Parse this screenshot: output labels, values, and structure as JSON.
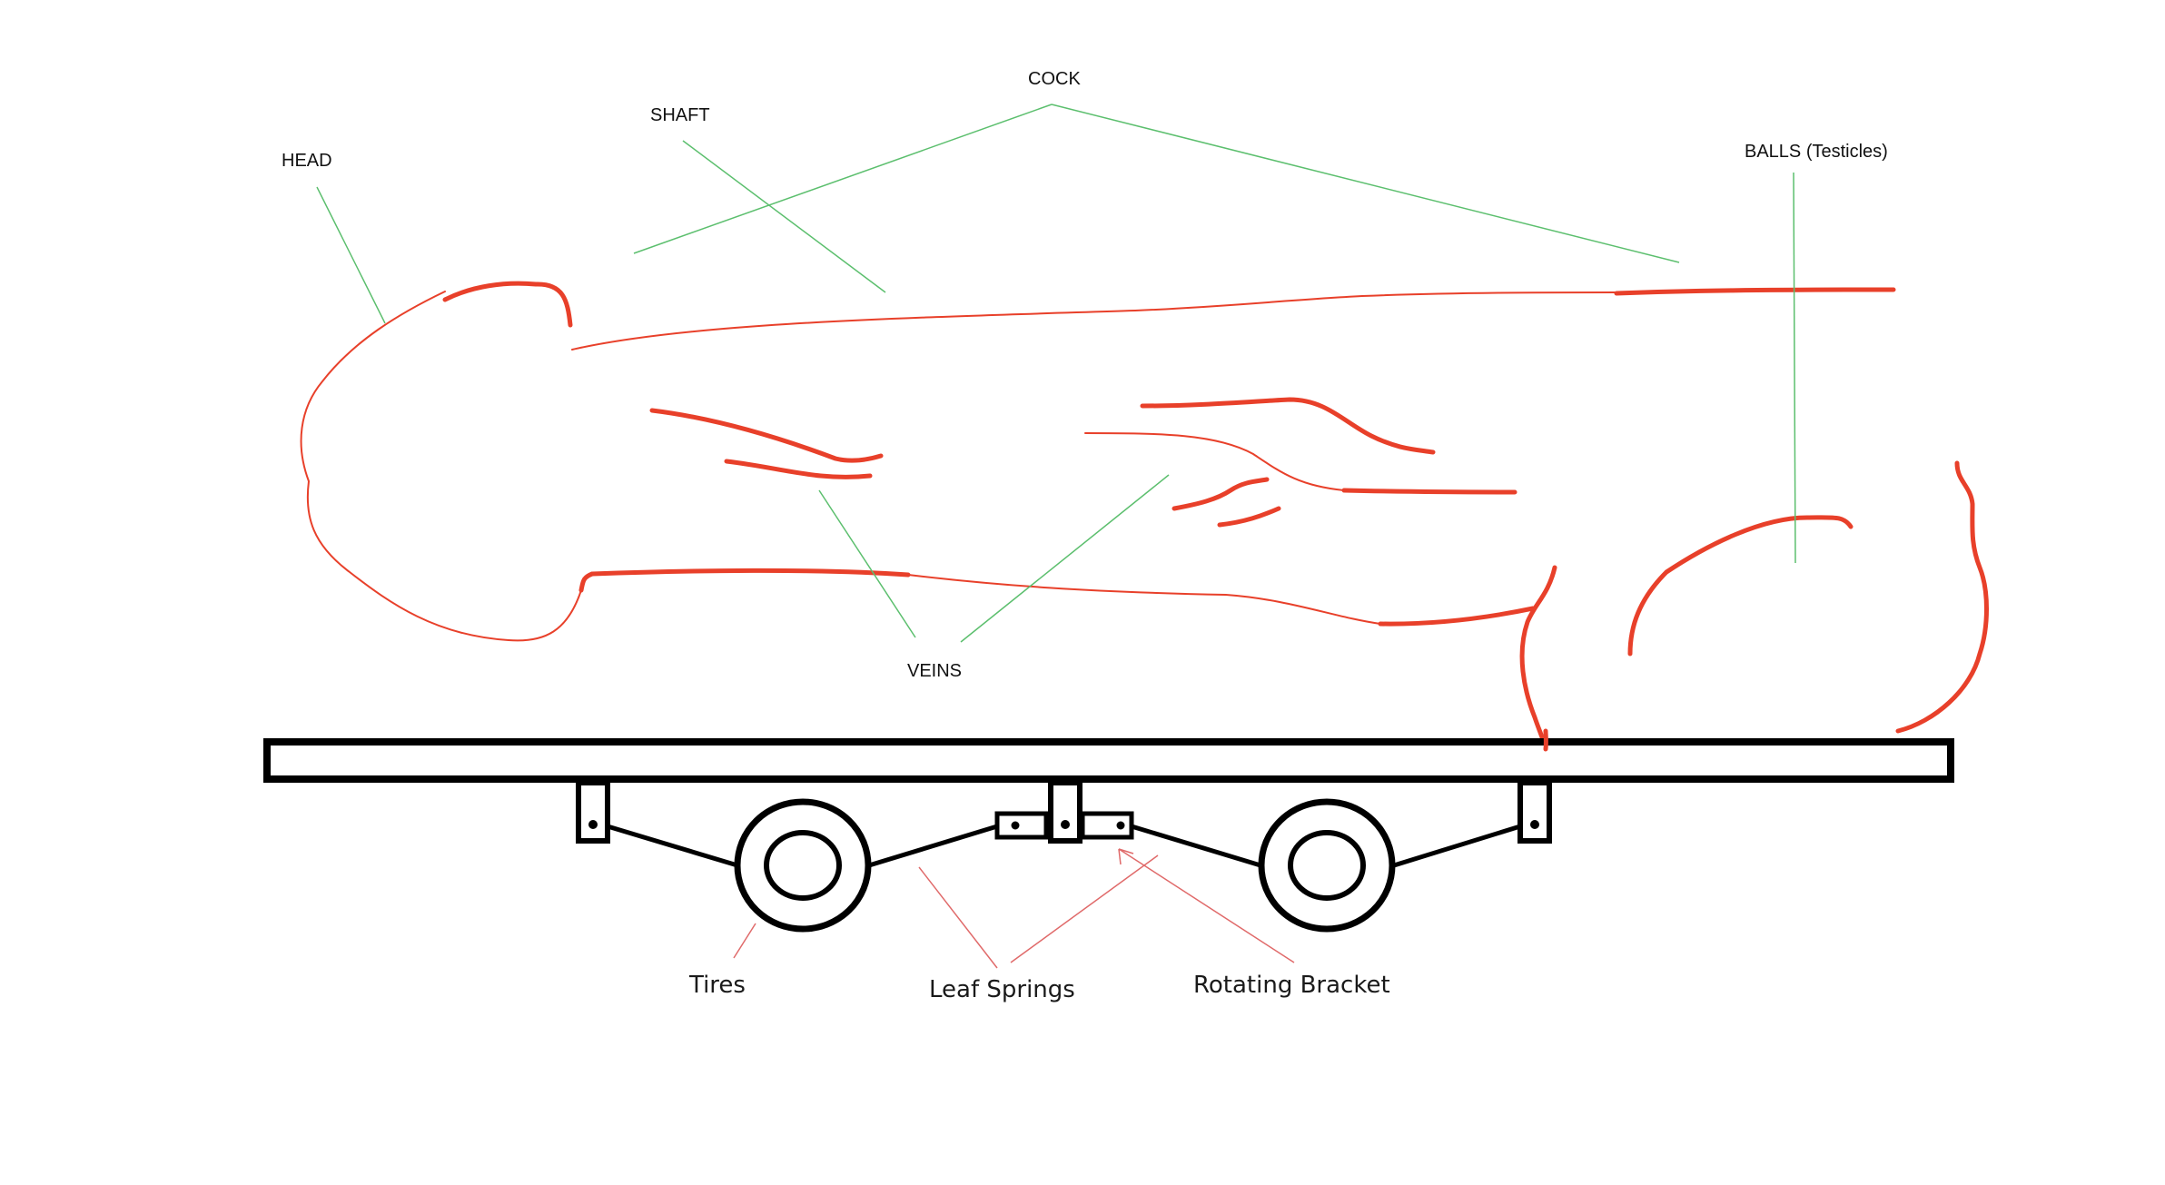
{
  "labels": {
    "head": "HEAD",
    "shaft": "SHAFT",
    "cock": "COCK",
    "balls": "BALLS (Testicles)",
    "veins": "VEINS",
    "tires": "Tires",
    "leaf_springs": "Leaf Springs",
    "rotating_bracket": "Rotating Bracket"
  },
  "colors": {
    "outline_red": "#e8402a",
    "leader_green": "#5cbf6e",
    "leader_red": "#e06a6a",
    "frame_black": "#000000"
  }
}
